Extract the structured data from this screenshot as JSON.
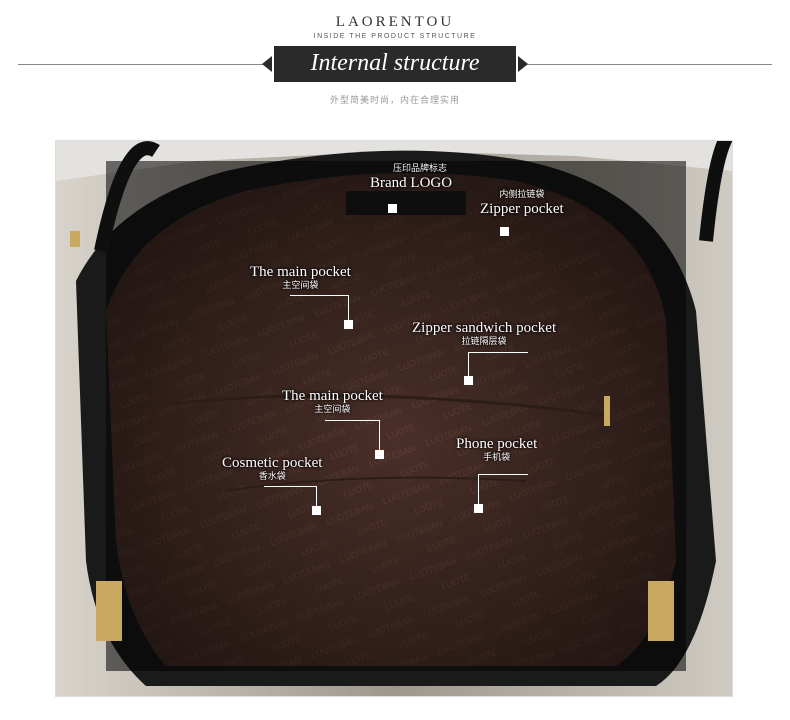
{
  "header": {
    "brand": "LAORENTOU",
    "subtitle": "INSIDE THE PRODUCT STRUCTURE",
    "banner": "Internal structure",
    "tagline": "外型简美时尚，内在合理实用"
  },
  "labels": {
    "brand_logo": {
      "cn": "压印品牌标志",
      "en": "Brand LOGO"
    },
    "zipper_pocket": {
      "cn": "内侧拉链袋",
      "en": "Zipper pocket"
    },
    "main_pocket_top": {
      "en": "The main pocket",
      "cn": "主空间袋"
    },
    "zipper_sandwich": {
      "en": "Zipper sandwich pocket",
      "cn": "拉链隔层袋"
    },
    "main_pocket_mid": {
      "en": "The main pocket",
      "cn": "主空间袋"
    },
    "phone_pocket": {
      "en": "Phone pocket",
      "cn": "手机袋"
    },
    "cosmetic_pocket": {
      "en": "Cosmetic pocket",
      "cn": "香水袋"
    }
  },
  "colors": {
    "lining": "#4a2f28",
    "leather": "#1a1a1a",
    "banner": "#2a2a2a"
  }
}
